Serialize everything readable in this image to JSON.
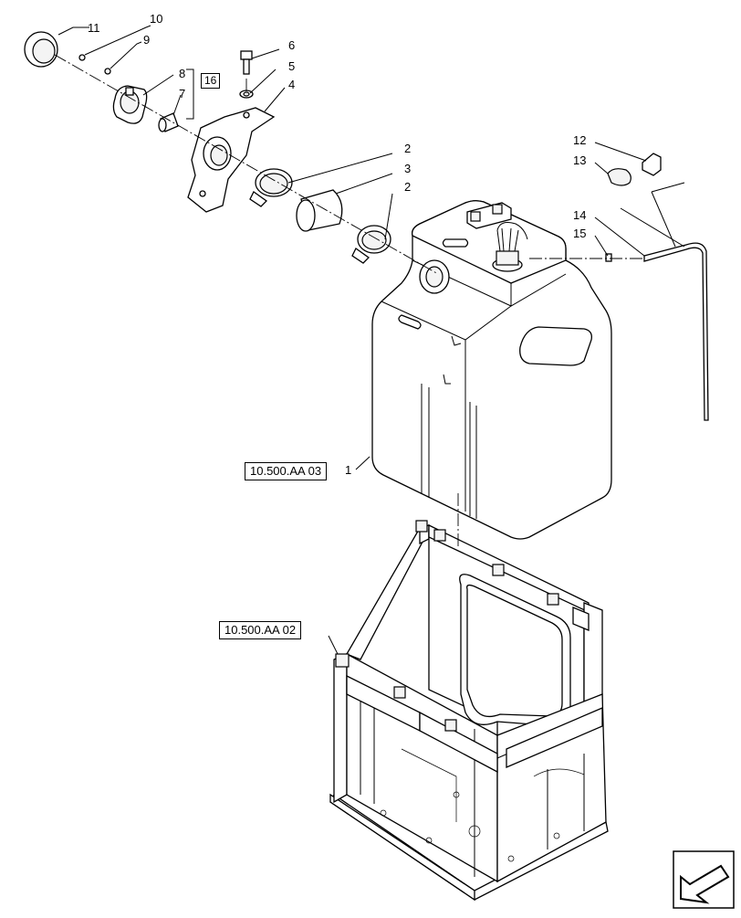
{
  "callouts": {
    "c1": "1",
    "c2a": "2",
    "c2b": "2",
    "c3": "3",
    "c4": "4",
    "c5": "5",
    "c6": "6",
    "c7": "7",
    "c8": "8",
    "c9": "9",
    "c10": "10",
    "c11": "11",
    "c12": "12",
    "c13": "13",
    "c14": "14",
    "c15": "15",
    "c16": "16"
  },
  "references": {
    "tank_ref": "10.500.AA 03",
    "frame_ref": "10.500.AA 02"
  },
  "navigation": {
    "icon": "arrow-left-down-icon"
  }
}
